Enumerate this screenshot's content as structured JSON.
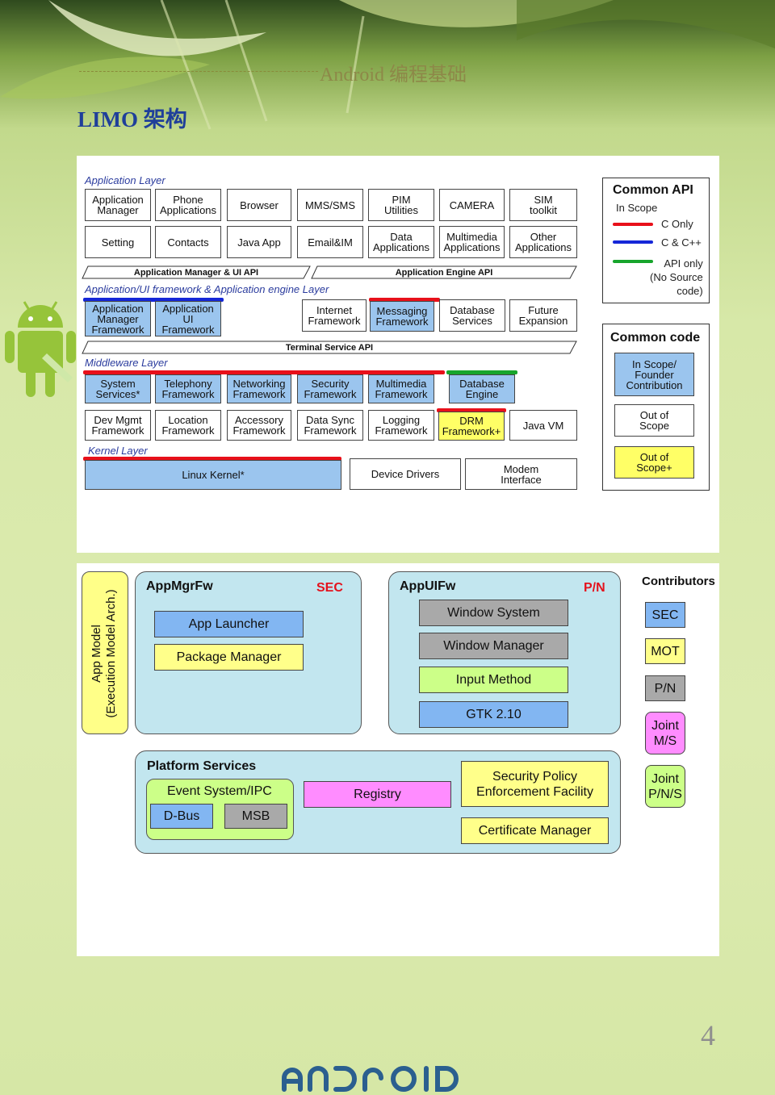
{
  "header": {
    "title": "Android 编程基础",
    "page_title": "LIMO 架构",
    "page_number": "4"
  },
  "diagram1": {
    "layers": {
      "application": "Application Layer",
      "framework": "Application/UI framework & Application engine Layer",
      "middleware": "Middleware Layer",
      "kernel": "Kernel Layer"
    },
    "app_row1": [
      "Application\nManager",
      "Phone\nApplications",
      "Browser",
      "MMS/SMS",
      "PIM\nUtilities",
      "CAMERA",
      "SIM\ntoolkit"
    ],
    "app_row2": [
      "Setting",
      "Contacts",
      "Java App",
      "Email&IM",
      "Data\nApplications",
      "Multimedia\nApplications",
      "Other\nApplications"
    ],
    "api_bars": {
      "app_manager": "Application Manager & UI API",
      "app_engine": "Application Engine API",
      "terminal": "Terminal Service API"
    },
    "framework_row": [
      "Application\nManager\nFramework",
      "Application\nUI\nFramework",
      "Internet\nFramework",
      "Messaging\nFramework",
      "Database\nServices",
      "Future\nExpansion"
    ],
    "middleware_row1": [
      "System\nServices*",
      "Telephony\nFramework",
      "Networking\nFramework",
      "Security\nFramework",
      "Multimedia\nFramework",
      "Database\nEngine"
    ],
    "middleware_row2": [
      "Dev Mgmt\nFramework",
      "Location\nFramework",
      "Accessory\nFramework",
      "Data Sync\nFramework",
      "Logging\nFramework",
      "DRM\nFramework+",
      "Java VM"
    ],
    "kernel_row": [
      "Linux Kernel*",
      "Device Drivers",
      "Modem\nInterface"
    ],
    "legend_api": {
      "title": "Common API",
      "in_scope": "In Scope",
      "c_only": "C Only",
      "c_cpp": "C & C++",
      "api_only": "API only\n(No Source\ncode)"
    },
    "legend_code": {
      "title": "Common code",
      "in_scope": "In Scope/\nFounder\nContribution",
      "out_scope": "Out of\nScope",
      "out_scope_plus": "Out of\nScope+"
    },
    "colors": {
      "c_only": "#e8101a",
      "c_cpp": "#1527d8",
      "api_only": "#17a52c",
      "in_scope_fill": "#9bc5ee",
      "out_scope_plus_fill": "#ffff66"
    }
  },
  "diagram2": {
    "app_model": "App Model\n(Execution Model Arch.)",
    "appmgrfw": {
      "title": "AppMgrFw",
      "tag": "SEC",
      "items": [
        "App Launcher",
        "Package Manager"
      ]
    },
    "appuifw": {
      "title": "AppUIFw",
      "tag": "P/N",
      "items": [
        "Window System",
        "Window Manager",
        "Input Method",
        "GTK 2.10"
      ]
    },
    "platform": {
      "title": "Platform Services",
      "event": "Event System/IPC",
      "dbus": "D-Bus",
      "msb": "MSB",
      "registry": "Registry",
      "security": "Security Policy\nEnforcement Facility",
      "certificate": "Certificate Manager"
    },
    "contributors": {
      "title": "Contributors",
      "items": [
        "SEC",
        "MOT",
        "P/N",
        "Joint\nM/S",
        "Joint\nP/N/S"
      ]
    }
  }
}
